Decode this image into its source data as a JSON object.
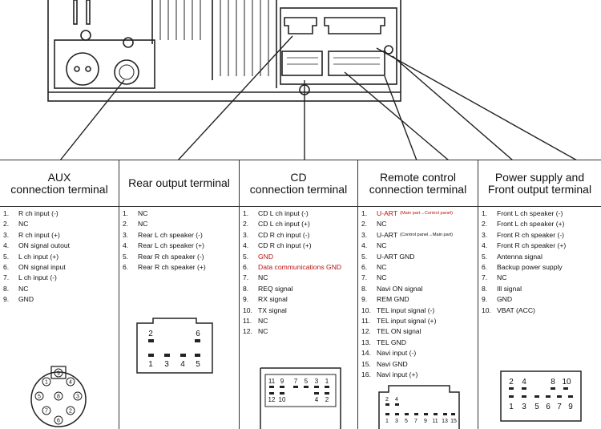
{
  "columns": [
    {
      "title_lines": [
        "AUX",
        "connection terminal"
      ],
      "items": [
        {
          "num": "1.",
          "label": "R ch input (-)"
        },
        {
          "num": "2.",
          "label": "NC"
        },
        {
          "num": "3.",
          "label": "R ch input (+)"
        },
        {
          "num": "4.",
          "label": "ON signal outout"
        },
        {
          "num": "5.",
          "label": "L ch input (+)"
        },
        {
          "num": "6.",
          "label": "ON signal input"
        },
        {
          "num": "7.",
          "label": "L ch input (-)"
        },
        {
          "num": "8.",
          "label": "NC"
        },
        {
          "num": "9.",
          "label": "GND"
        }
      ],
      "connector_pins": [
        "1",
        "2",
        "3",
        "4",
        "5",
        "6",
        "7",
        "8",
        "9"
      ]
    },
    {
      "title_lines": [
        "Rear output terminal"
      ],
      "items": [
        {
          "num": "1.",
          "label": "NC"
        },
        {
          "num": "2.",
          "label": "NC"
        },
        {
          "num": "3.",
          "label": "Rear L ch speaker (-)"
        },
        {
          "num": "4.",
          "label": "Rear L ch speaker (+)"
        },
        {
          "num": "5.",
          "label": "Rear R ch speaker (-)"
        },
        {
          "num": "6.",
          "label": "Rear R ch speaker (+)"
        }
      ],
      "connector_pins": {
        "top": [
          "2",
          "6"
        ],
        "bottom": [
          "1",
          "3",
          "4",
          "5"
        ]
      }
    },
    {
      "title_lines": [
        "CD",
        "connection terminal"
      ],
      "items": [
        {
          "num": "1.",
          "label": "CD L ch input (-)"
        },
        {
          "num": "2.",
          "label": "CD L ch input (+)"
        },
        {
          "num": "3.",
          "label": "CD R ch input (-)"
        },
        {
          "num": "4.",
          "label": "CD R ch input (+)"
        },
        {
          "num": "5.",
          "label": "GND"
        },
        {
          "num": "6.",
          "label": "Data communications GND"
        },
        {
          "num": "7.",
          "label": "NC"
        },
        {
          "num": "8.",
          "label": "REQ signal"
        },
        {
          "num": "9.",
          "label": "RX signal"
        },
        {
          "num": "10.",
          "label": "TX signal"
        },
        {
          "num": "11.",
          "label": "NC"
        },
        {
          "num": "12.",
          "label": "NC"
        }
      ],
      "connector_pins": {
        "top": [
          "11",
          "9",
          "7",
          "5",
          "3",
          "1"
        ],
        "bottom": [
          "12",
          "10",
          "4",
          "2"
        ]
      }
    },
    {
      "title_lines": [
        "Remote control",
        "connection terminal"
      ],
      "items": [
        {
          "num": "1.",
          "label": "U-ART",
          "note": "(Main part→Control panel)"
        },
        {
          "num": "2.",
          "label": "NC"
        },
        {
          "num": "3.",
          "label": "U-ART",
          "note": "(Control panel→Main part)"
        },
        {
          "num": "4.",
          "label": "NC"
        },
        {
          "num": "5.",
          "label": "U-ART GND"
        },
        {
          "num": "6.",
          "label": "NC"
        },
        {
          "num": "7.",
          "label": "NC"
        },
        {
          "num": "8.",
          "label": "Navi ON signal"
        },
        {
          "num": "9.",
          "label": "REM GND"
        },
        {
          "num": "10.",
          "label": "TEL input signal (-)"
        },
        {
          "num": "11.",
          "label": "TEL input signal (+)"
        },
        {
          "num": "12.",
          "label": "TEL ON signal"
        },
        {
          "num": "13.",
          "label": "TEL GND"
        },
        {
          "num": "14.",
          "label": "Navi input (-)"
        },
        {
          "num": "15.",
          "label": "Navi GND"
        },
        {
          "num": "16.",
          "label": "Navi input (+)"
        }
      ],
      "connector_pins": {
        "top": [
          "2",
          "4"
        ],
        "mid": [
          "1",
          "3",
          "5",
          "7",
          "9",
          "11",
          "13",
          "15"
        ]
      }
    },
    {
      "title_lines": [
        "Power supply and",
        "Front output terminal"
      ],
      "items": [
        {
          "num": "1.",
          "label": "Front L ch speaker (-)"
        },
        {
          "num": "2.",
          "label": "Front L ch speaker (+)"
        },
        {
          "num": "3.",
          "label": "Front R ch speaker (-)"
        },
        {
          "num": "4.",
          "label": "Front R ch speaker (+)"
        },
        {
          "num": "5.",
          "label": "Antenna signal"
        },
        {
          "num": "6.",
          "label": "Backup power supply"
        },
        {
          "num": "7.",
          "label": "NC"
        },
        {
          "num": "8.",
          "label": "Ill signal"
        },
        {
          "num": "9.",
          "label": "GND"
        },
        {
          "num": "10.",
          "label": "VBAT (ACC)"
        }
      ],
      "connector_pins": {
        "top": [
          "2",
          "4",
          "8",
          "10"
        ],
        "bottom": [
          "1",
          "3",
          "5",
          "6",
          "7",
          "9"
        ]
      }
    }
  ],
  "colors": {
    "red_text": "#b11111",
    "line": "#222222"
  }
}
